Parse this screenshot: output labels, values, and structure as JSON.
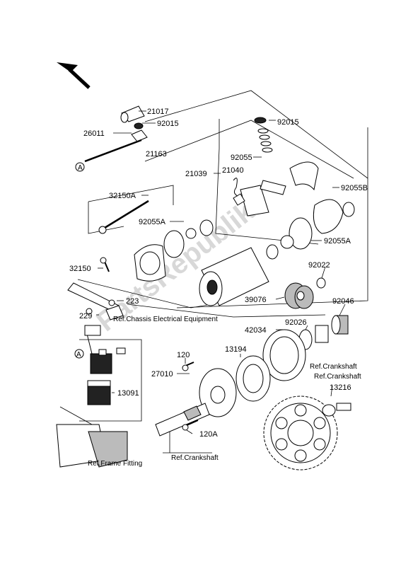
{
  "watermark": "PartsRepublik",
  "callouts": {
    "p21017": "21017",
    "p92015a": "92015",
    "p26011": "26011",
    "p21163": "21163",
    "p92015b": "92015",
    "p92055": "92055",
    "p21039": "21039",
    "p21040": "21040",
    "p92055b": "92055B",
    "p32150a": "32150A",
    "p92055a1": "92055A",
    "p92055a2": "92055A",
    "p32150": "32150",
    "p92022": "92022",
    "p223": "223",
    "p229": "229",
    "p39076": "39076",
    "p92046": "92046",
    "p42034": "42034",
    "p92026": "92026",
    "p120": "120",
    "p13194": "13194",
    "p27010": "27010",
    "p13091": "13091",
    "p13216": "13216",
    "p120a": "120A"
  },
  "refs": {
    "chassis": "Ref.Chassis Electrical Equipment",
    "crank1": "Ref.Crankshaft",
    "crank2": "Ref.Crankshaft",
    "crank3": "Ref.Crankshaft",
    "frame": "Ref.Frame Fitting"
  },
  "markers": {
    "a1": "A",
    "a2": "A"
  }
}
